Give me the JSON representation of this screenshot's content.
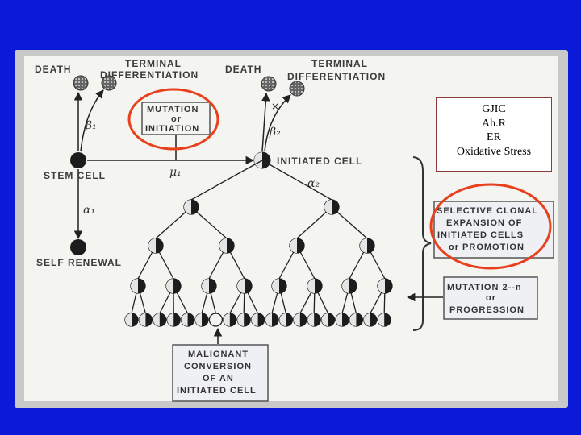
{
  "labels": {
    "death_left": "DEATH",
    "terminal_left_1": "TERMINAL",
    "terminal_left_2": "DIFFERENTIATION",
    "death_right": "DEATH",
    "terminal_right_1": "TERMINAL",
    "terminal_right_2": "DIFFERENTIATION",
    "mutation_1": "MUTATION",
    "mutation_2": "or",
    "mutation_3": "INITIATION",
    "stem_cell": "STEM CELL",
    "initiated_cell": "INITIATED CELL",
    "self_renewal": "SELF RENEWAL",
    "beta1": "β₁",
    "beta2": "β₂",
    "mu1": "μ₁",
    "alpha1": "α₁",
    "alpha2": "α₂",
    "selective_1": "SELECTIVE CLONAL",
    "selective_2": "EXPANSION OF",
    "selective_3": "INITIATED CELLS",
    "selective_4": "or PROMOTION",
    "progression_1": "MUTATION 2--n",
    "progression_2": "or",
    "progression_3": "PROGRESSION",
    "malignant_1": "MALIGNANT",
    "malignant_2": "CONVERSION",
    "malignant_3": "OF AN",
    "malignant_4": "INITIATED CELL"
  },
  "factors": [
    "GJIC",
    "Ah.R",
    "ER",
    "Oxidative Stress"
  ],
  "colors": {
    "background": "#0a1ad8",
    "highlight_circle": "#e8401c",
    "cell_dark": "#1c1c1c"
  }
}
